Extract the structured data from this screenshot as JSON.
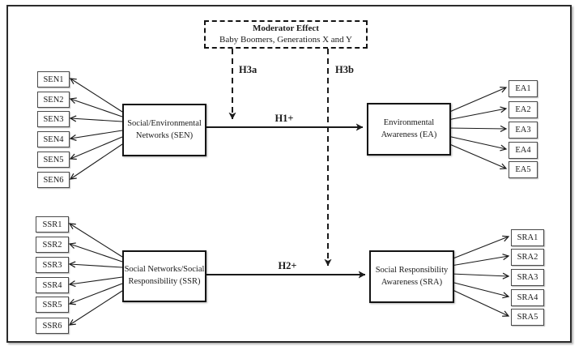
{
  "figure": {
    "moderator": {
      "title": "Moderator Effect",
      "subtitle": "Baby Boomers, Generations X and Y"
    },
    "latents": {
      "sen": {
        "line1": "Social/Environmental",
        "line2": "Networks (SEN)"
      },
      "ea": {
        "line1": "Environmental",
        "line2": "Awareness (EA)"
      },
      "ssr": {
        "line1": "Social Networks/Social",
        "line2": "Responsibility (SSR)"
      },
      "sra": {
        "line1": "Social Responsibility",
        "line2": "Awareness (SRA)"
      }
    },
    "indicators": {
      "sen": [
        "SEN1",
        "SEN2",
        "SEN3",
        "SEN4",
        "SEN5",
        "SEN6"
      ],
      "ssr": [
        "SSR1",
        "SSR2",
        "SSR3",
        "SSR4",
        "SSR5",
        "SSR6"
      ],
      "ea": [
        "EA1",
        "EA2",
        "EA3",
        "EA4",
        "EA5"
      ],
      "sra": [
        "SRA1",
        "SRA2",
        "SRA3",
        "SRA4",
        "SRA5"
      ]
    },
    "hypotheses": {
      "h1": "H1+",
      "h2": "H2+",
      "h3a": "H3a",
      "h3b": "H3b"
    },
    "colors": {
      "line": "#1a1a1a",
      "border": "#141414",
      "background": "#ffffff"
    }
  }
}
